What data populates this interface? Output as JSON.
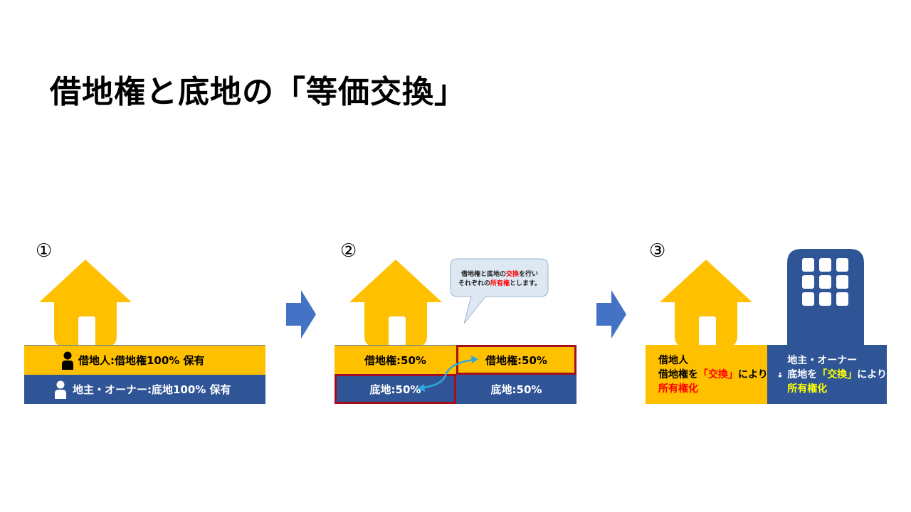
{
  "title": "借地権と底地の「等価交換」",
  "colors": {
    "yellow": "#ffc000",
    "blue": "#2f5597",
    "red_border": "#a50d1e",
    "arrow": "#4472c4",
    "swap_arrow": "#2ea7e0",
    "bubble_fill": "#dde8f3",
    "bubble_border": "#9bb4d0"
  },
  "steps": [
    {
      "number": "①",
      "icons": [
        "house-icon"
      ],
      "rows": [
        {
          "icon": "person-black-icon",
          "label": "借地人:借地権100%  保有"
        },
        {
          "icon": "person-white-icon",
          "label": "地主・オーナー:底地100%  保有"
        }
      ]
    },
    {
      "number": "②",
      "icons": [
        "house-icon",
        "swap-arrow-icon"
      ],
      "bubble": {
        "line1_a": "借地権と底地の",
        "line1_b": "交換",
        "line1_c": "を行い",
        "line2_a": "それぞれの",
        "line2_b": "所有権",
        "line2_c": "とします。"
      },
      "cells": {
        "top_left": "借地権:50%",
        "top_right": "借地権:50%",
        "bottom_left": "底地:50%",
        "bottom_right": "底地:50%"
      }
    },
    {
      "number": "③",
      "icons": [
        "house-icon",
        "building-icon"
      ],
      "left": {
        "line1": "借地人",
        "line2_a": "借地権を",
        "line2_b": "「交換」",
        "line2_c": "により",
        "line3": "所有権化"
      },
      "right": {
        "line1": "地主・オーナー",
        "line2_a": "底地を",
        "line2_b": "「交換」",
        "line2_c": "により",
        "line3": "所有権化"
      }
    }
  ],
  "flow_arrows": [
    "right-arrow-icon",
    "right-arrow-icon"
  ]
}
